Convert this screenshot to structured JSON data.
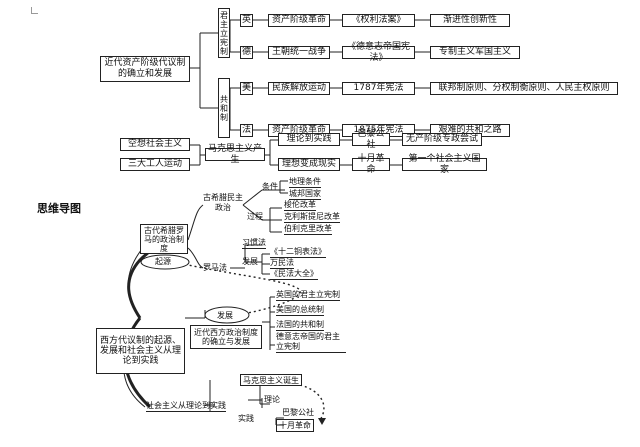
{
  "top": {
    "root": "近代资产阶级代议制的确立和发展",
    "group1": "君主立宪制",
    "group2": "共和制",
    "rows": [
      {
        "country": "英",
        "event": "资产阶级革命",
        "doc": "《权利法案》",
        "result": "渐进性创新性"
      },
      {
        "country": "德",
        "event": "王朝统一战争",
        "doc": "《德意志帝国宪法》",
        "result": "专制主义军国主义"
      },
      {
        "country": "美",
        "event": "民族解放运动",
        "doc": "1787年宪法",
        "result": "联邦制原则、分权制衡原则、人民主权原则"
      },
      {
        "country": "法",
        "event": "资产阶级革命",
        "doc": "1875年宪法",
        "result": "艰难的共和之路"
      }
    ]
  },
  "middle": {
    "source1": "空想社会主义",
    "source2": "三大工人运动",
    "center": "马克思主义产生",
    "branch1": "理论到实践",
    "branch1_event": "巴黎公社",
    "branch1_result": "无产阶级专政尝试",
    "branch2": "理想变成现实",
    "branch2_event": "十月革命",
    "branch2_result": "第一个社会主义国家"
  },
  "mindmap": {
    "title": "思维导图",
    "center": "西方代议制的起源、发展和社会主义从理论到实践",
    "origin_label": "起源",
    "development_label": "发展",
    "ancient": "古代希腊罗马的政治制度",
    "greece": "古希腊民主政治",
    "greece_cond": "条件",
    "greece_cond_items": [
      "地理条件",
      "城邦国家"
    ],
    "greece_process": "过程",
    "greece_process_items": [
      "梭伦改革",
      "克利斯提尼改革",
      "伯利克里改革"
    ],
    "rome": "罗马法",
    "rome_custom": "习惯法",
    "rome_dev": "发展",
    "rome_dev_items": [
      "《十二铜表法》",
      "万民法",
      "《民法大全》"
    ],
    "modern": "近代西方政治制度的确立与发展",
    "modern_items": [
      "英国的君主立宪制",
      "美国的总统制",
      "法国的共和制",
      "德意志帝国的君主立宪制"
    ],
    "socialism": "社会主义从理论到实践",
    "soc_theory": "理论",
    "soc_theory_item": "马克思主义诞生",
    "soc_practice": "实践",
    "soc_practice_items": [
      "巴黎公社",
      "十月革命"
    ]
  }
}
